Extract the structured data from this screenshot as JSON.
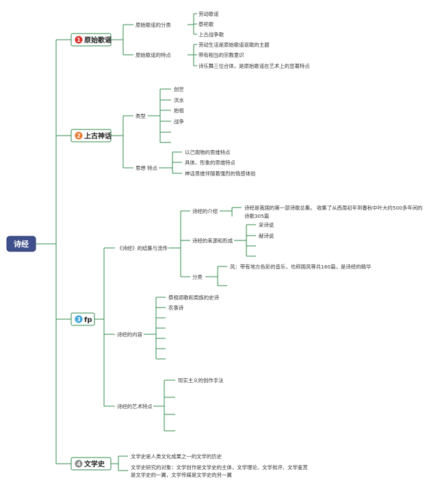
{
  "root": {
    "label": "诗经"
  },
  "colors": {
    "line": "#2e8a4a",
    "root_fill": "#3f4f8c",
    "cat_border": "#2e8a4a",
    "badge_1": "#d9302c",
    "badge_2": "#e8772e",
    "badge_3": "#3aa3d8",
    "badge_4": "#8a8a8a"
  },
  "categories": [
    {
      "number": "1",
      "label": "原始歌谣",
      "subs": [
        {
          "label": "原始歌谣的分类",
          "leaves": [
            "劳动歌谣",
            "祭祀歌",
            "上古战争歌"
          ]
        },
        {
          "label": "原始歌谣的特点",
          "leaves": [
            "劳动生活是原始歌谣讴歌的主题",
            "带有相当的宗教意识",
            "诗乐舞三位合体，是原始歌谣在艺术上的显著特点"
          ]
        }
      ]
    },
    {
      "number": "2",
      "label": "上古神话",
      "subs": [
        {
          "label": "类型",
          "leaves": [
            "创世",
            "洪水",
            "始祖",
            "战争",
            ""
          ]
        },
        {
          "label": "思想 特点",
          "leaves": [
            "以己观物的思维特点",
            "具体、形象的思维特点",
            "神话思维伴随着强烈的情感体验"
          ]
        }
      ]
    },
    {
      "number": "3",
      "label": "fp",
      "subs": [
        {
          "label": "《诗经》的结集与流传",
          "children": [
            {
              "label": "诗经的介绍",
              "leaves": [
                "诗经是我国的第一部诗歌总集。 收集了从西周初年到春秋中叶大约500多年间的",
                "诗歌305篇"
              ]
            },
            {
              "label": "诗经的来源和形成",
              "leaves": [
                "采诗说",
                "献诗说",
                "",
                ""
              ]
            },
            {
              "label": "分类",
              "leaves": [
                "风：带有地方色彩的音乐，也称国风等共160篇，是诗经的精华",
                ""
              ]
            }
          ]
        },
        {
          "label": "诗经的内容",
          "leaves": [
            "祭祖颂歌和周族的史诗",
            "农事诗",
            "",
            "",
            "",
            "",
            ""
          ]
        },
        {
          "label": "诗经的艺术特点",
          "leaves": [
            "现实主义的创作手法",
            "",
            "",
            ""
          ]
        }
      ]
    },
    {
      "number": "4",
      "label": "文学史",
      "leaves": [
        "文学史是人类文化成果之一的文学的历史",
        "文学史研究的对象：文学创作是文学史的主体，文学理论、文学批评、文学鉴赏",
        "是文学史的一翼，文学传媒是文学史的另一翼"
      ]
    }
  ]
}
